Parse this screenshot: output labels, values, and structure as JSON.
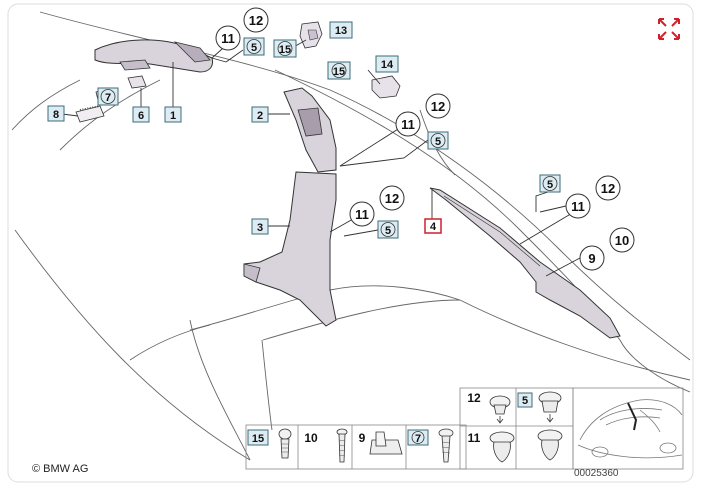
{
  "diagram": {
    "copyright": "© BMW AG",
    "doc_number": "00025360",
    "callouts": {
      "c11a": "11",
      "c12a": "12",
      "c5a": "5",
      "c13": "13",
      "c15a": "15",
      "c15b": "15",
      "c14": "14",
      "c7": "7",
      "c8": "8",
      "c6": "6",
      "c1": "1",
      "c2": "2",
      "c11b": "11",
      "c12b": "12",
      "c5b": "5",
      "c3": "3",
      "c11c": "11",
      "c12c": "12",
      "c5c": "5",
      "c4": "4",
      "c5d": "5",
      "c11d": "11",
      "c12d": "12",
      "c9": "9",
      "c10": "10"
    },
    "legend": {
      "l15": "15",
      "l10": "10",
      "l9": "9",
      "l7": "7",
      "l11": "11",
      "l12": "12",
      "l5": "5"
    },
    "colors": {
      "box_fill": "#dcecf2",
      "box_stroke": "#3d6b7a",
      "highlight": "#d0212c",
      "line": "#333333",
      "part_fill": "#d9d3dc"
    },
    "icons": {
      "expand": "expand-arrows-icon"
    }
  }
}
